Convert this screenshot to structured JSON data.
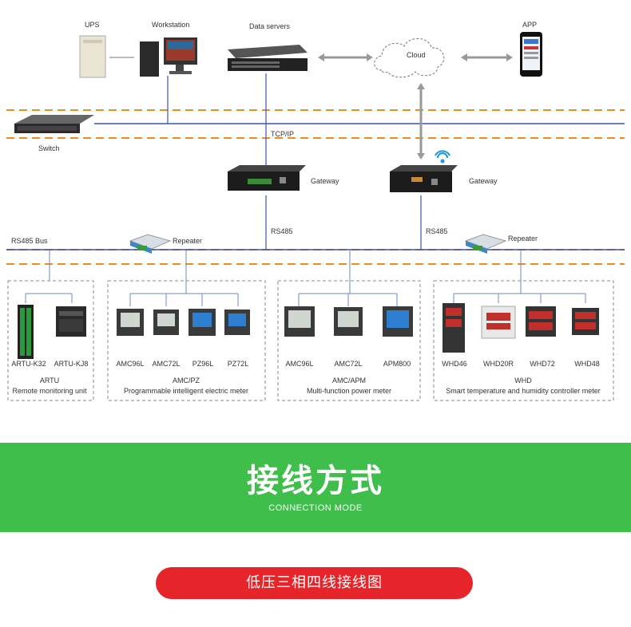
{
  "top": {
    "ups": "UPS",
    "workstation": "Workstation",
    "data_servers": "Data servers",
    "cloud": "Cloud",
    "app": "APP",
    "switch": "Switch",
    "tcpip": "TCP/IP",
    "gateway_left": "Gateway",
    "gateway_right": "Gateway",
    "rs485_bus": "RS485 Bus",
    "rs485_left": "RS485",
    "rs485_right": "RS485",
    "repeater_left": "Repeater",
    "repeater_right": "Repeater"
  },
  "groups": [
    {
      "devices": [
        "ARTU-K32",
        "ARTU-KJ8"
      ],
      "title": "ARTU",
      "subtitle": "Remote monitoring unit"
    },
    {
      "devices": [
        "AMC96L",
        "AMC72L",
        "PZ96L",
        "PZ72L"
      ],
      "title": "AMC/PZ",
      "subtitle": "Programmable intelligent electric meter"
    },
    {
      "devices": [
        "AMC96L",
        "AMC72L",
        "APM800"
      ],
      "title": "AMC/APM",
      "subtitle": "Multi-function power meter"
    },
    {
      "devices": [
        "WHD46",
        "WHD20R",
        "WHD72",
        "WHD48"
      ],
      "title": "WHD",
      "subtitle": "Smart temperature and humidity controller meter"
    }
  ],
  "banner": {
    "title": "接线方式",
    "subtitle": "CONNECTION MODE"
  },
  "pill": {
    "label": "低压三相四线接线图"
  },
  "colors": {
    "bus_blue": "#3a55a8",
    "dash_orange": "#f08a24",
    "banner_green": "#3fbe4c",
    "pill_red": "#e5252a"
  }
}
